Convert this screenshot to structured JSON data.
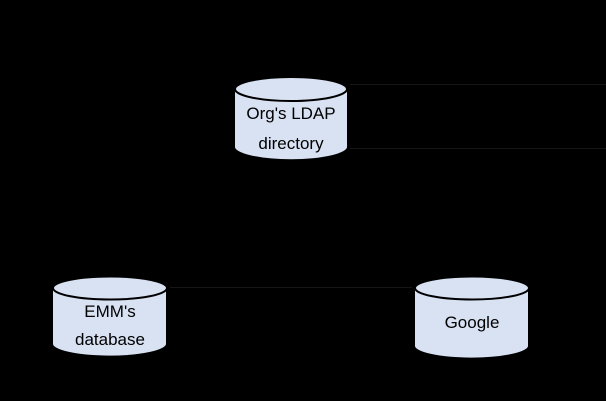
{
  "canvas": {
    "background": "#000000"
  },
  "colors": {
    "node_fill": "#d9e2f3",
    "node_stroke": "#000000",
    "label_text": "#000000",
    "faint_line": "#161616"
  },
  "diagram": {
    "type": "database-topology",
    "nodes": {
      "ldap": {
        "shape": "cylinder",
        "line1": "Org's LDAP",
        "line2": "directory"
      },
      "emm": {
        "shape": "cylinder",
        "line1": "EMM's",
        "line2": "database"
      },
      "google": {
        "shape": "cylinder",
        "line1": "Google"
      }
    },
    "connectors": [
      {
        "id": "ldap-right-top",
        "orientation": "horizontal",
        "visibility": "faint"
      },
      {
        "id": "ldap-right-bottom",
        "orientation": "horizontal",
        "visibility": "faint"
      },
      {
        "id": "emm-to-google",
        "orientation": "horizontal",
        "visibility": "faint"
      }
    ]
  }
}
